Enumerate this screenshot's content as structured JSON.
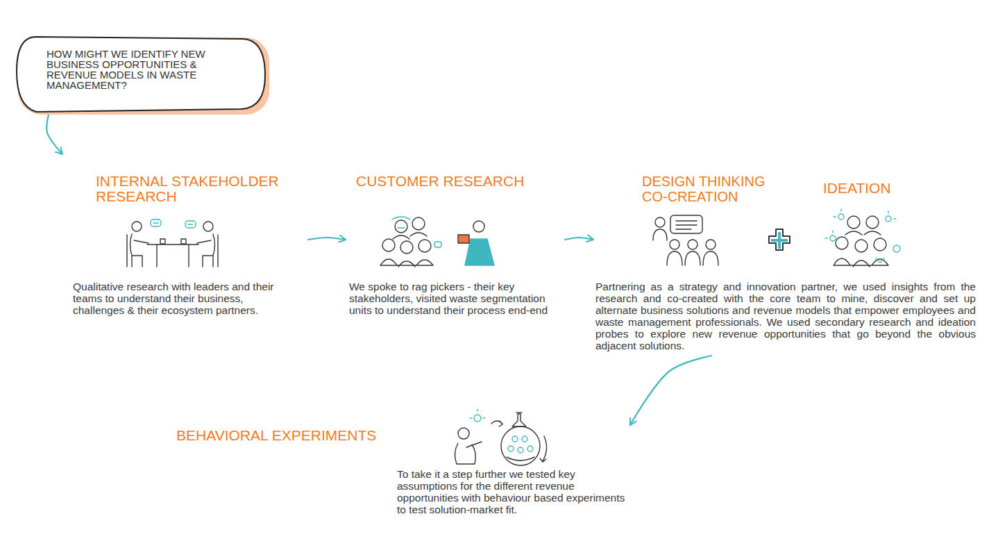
{
  "diagram": {
    "nodes": [
      {
        "text": [
          "HOW MIGHT WE IDENTIFY NEW BUSINESS OPPORTUNITIES & REVENUE MODELS IN WASTE MANAGEMENT?"
        ]
      },
      {
        "text": [
          "INTERNAL STAKEHOLDER RESEARCH",
          "Qualitative research with leaders and their teams to understand their business, challenges & their ecosystem partners."
        ]
      },
      {
        "text": [
          "CUSTOMER RESEARCH",
          "We spoke to rag pickers - their key stakeholders, visited waste segmentation units to understand their process end-end"
        ]
      },
      {
        "text": [
          "DESIGN THINKING CO-CREATION",
          "Partnering as a strategy and innovation partner, we used insights from the research and co-created with the core team to mine, discover and set up alternate business solutions and revenue models that empower employees and waste management professionals. We used secondary research and ideation probes to explore new revenue opportunities that go beyond the obvious adjacent solutions."
        ]
      },
      {
        "text": [
          "IDEATION"
        ]
      },
      {
        "text": [
          "BEHAVIORAL EXPERIMENTS",
          "To take it a step further we tested key assumptions for the different revenue opportunities with behaviour based experiments to test solution-market fit."
        ]
      }
    ],
    "edges": [
      {
        "from": 0,
        "to": 1,
        "arrow": "to"
      },
      {
        "from": 1,
        "to": 2,
        "arrow": "to"
      },
      {
        "from": 2,
        "to": 3,
        "arrow": "to"
      },
      {
        "from": 3,
        "to": 5,
        "arrow": "to"
      }
    ]
  }
}
